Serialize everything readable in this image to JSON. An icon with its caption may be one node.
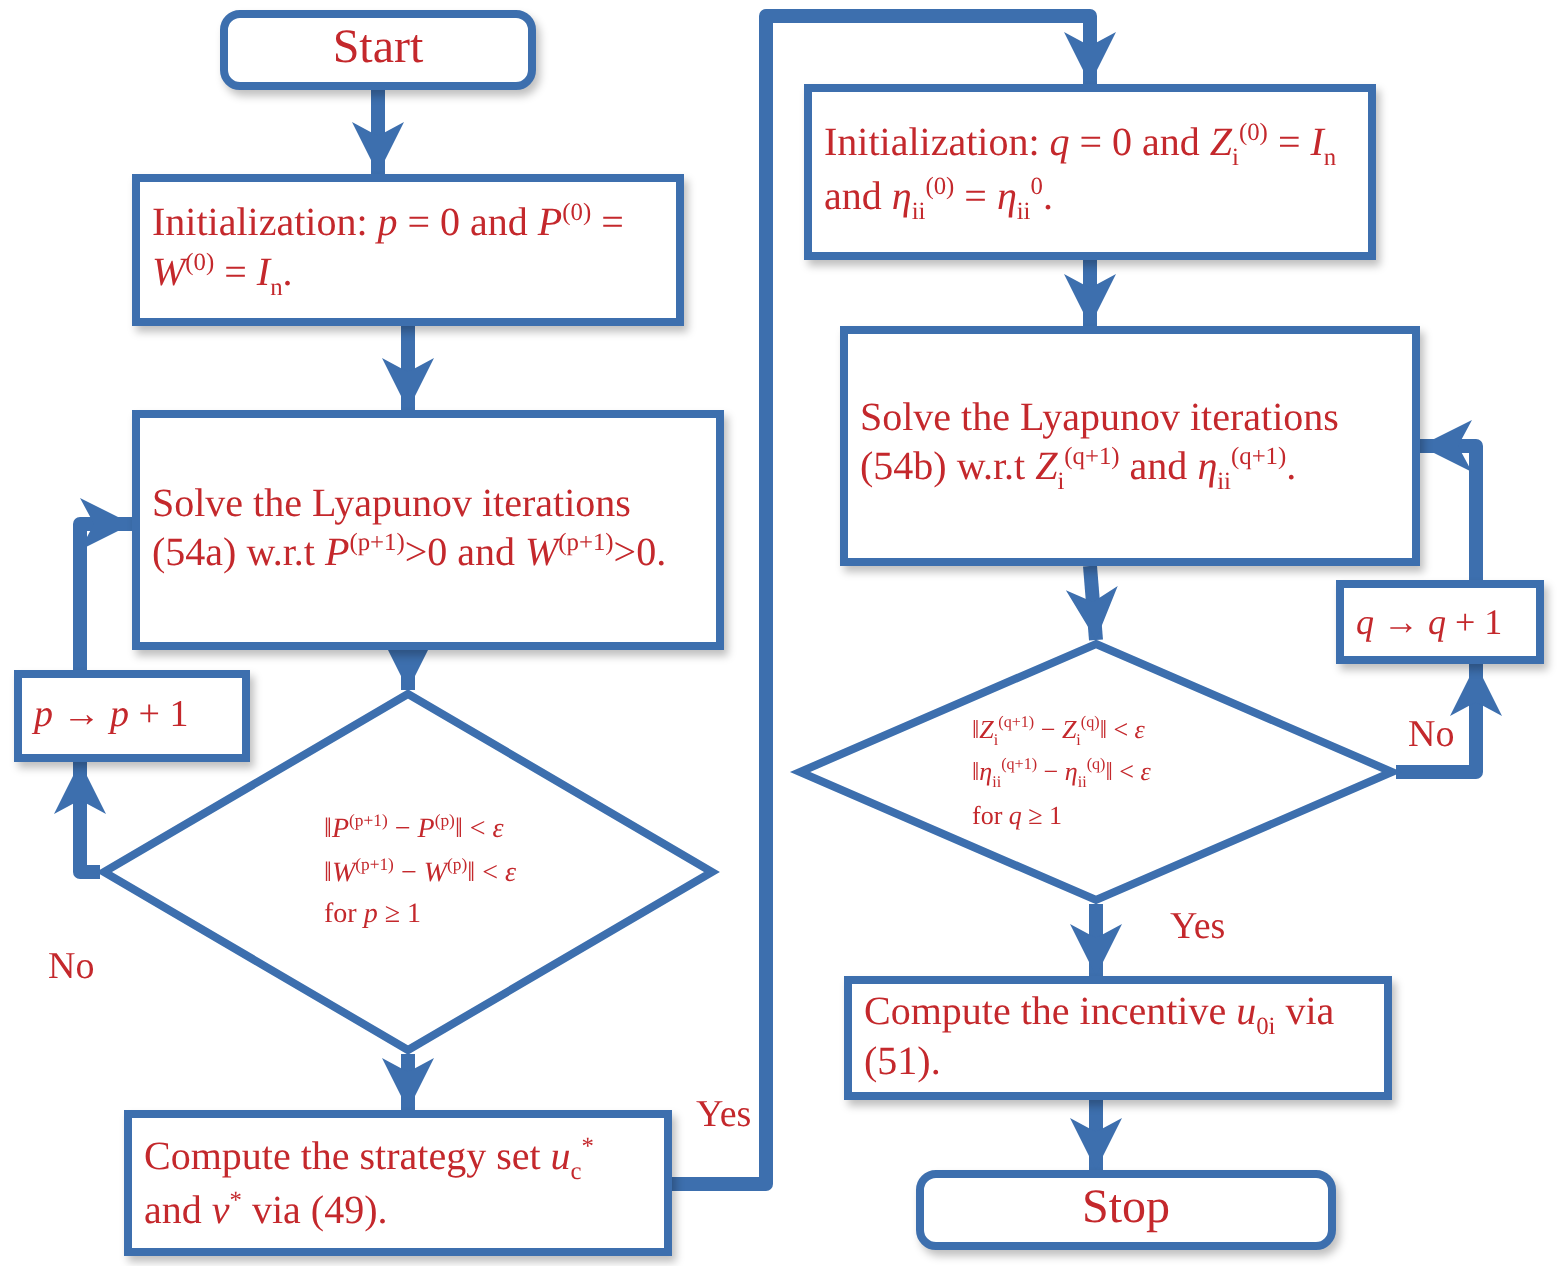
{
  "diagram": {
    "nodes": [
      {
        "text": [
          "Start"
        ]
      },
      {
        "text": [
          "Initialization: *p* = 0 and *P*$^{(0)}$ = *W*$^{(0)}$ = *I*$_{n}$."
        ]
      },
      {
        "text": [
          "Solve the Lyapunov iterations (54a) w.r.t *P*$^{(p+1)}$>0 and *W*$^{(p+1)}$>0."
        ]
      },
      {
        "text": [
          "*p* → *p* + 1"
        ]
      },
      {
        "text": [
          "‖*P*$^{(p+1)}$ − *P*$^{(p)}$‖ < *ε*",
          "‖*W*$^{(p+1)}$ − *W*$^{(p)}$‖ < *ε*",
          "for *p* ≥ 1"
        ]
      },
      {
        "text": [
          "Compute the strategy set *u*$_{c}$$^{*}$ and *v*$^{*}$ via (49)."
        ]
      },
      {
        "text": [
          "Initialization: *q* = 0 and *Z*$_{i}$$^{(0)}$ = *I*$_{n}$ and *η*$_{ii}$$^{(0)}$ = *η*$_{ii}$$^{0}$."
        ]
      },
      {
        "text": [
          "Solve the Lyapunov iterations (54b) w.r.t *Z*$_{i}$$^{(q+1)}$ and *η*$_{ii}$$^{(q+1)}$."
        ]
      },
      {
        "text": [
          "*q* → *q* + 1"
        ]
      },
      {
        "text": [
          "‖*Z*$_{i}$$^{(q+1)}$ − *Z*$_{i}$$^{(q)}$‖ < *ε*",
          "‖*η*$_{ii}$$^{(q+1)}$ − *η*$_{ii}$$^{(q)}$‖ < *ε*",
          "for *q* ≥ 1"
        ]
      },
      {
        "text": [
          "Compute the incentive *u*$_{0i}$ via (51)."
        ]
      },
      {
        "text": [
          "Stop"
        ]
      }
    ],
    "edges": [
      {
        "from": 0,
        "to": 1,
        "arrow": "to"
      },
      {
        "from": 1,
        "to": 2,
        "arrow": "to"
      },
      {
        "from": 2,
        "to": 4,
        "arrow": "to"
      },
      {
        "from": 4,
        "to": 3,
        "arrow": "to",
        "label": "No"
      },
      {
        "from": 3,
        "to": 2,
        "arrow": "to"
      },
      {
        "from": 4,
        "to": 5,
        "arrow": "to"
      },
      {
        "from": 5,
        "to": 6,
        "arrow": "to",
        "label": "Yes"
      },
      {
        "from": 6,
        "to": 7,
        "arrow": "to"
      },
      {
        "from": 7,
        "to": 9,
        "arrow": "to"
      },
      {
        "from": 9,
        "to": 8,
        "arrow": "to",
        "label": "No"
      },
      {
        "from": 8,
        "to": 7,
        "arrow": "to"
      },
      {
        "from": 9,
        "to": 10,
        "arrow": "to",
        "label": "Yes"
      },
      {
        "from": 10,
        "to": 11,
        "arrow": "to"
      }
    ]
  }
}
